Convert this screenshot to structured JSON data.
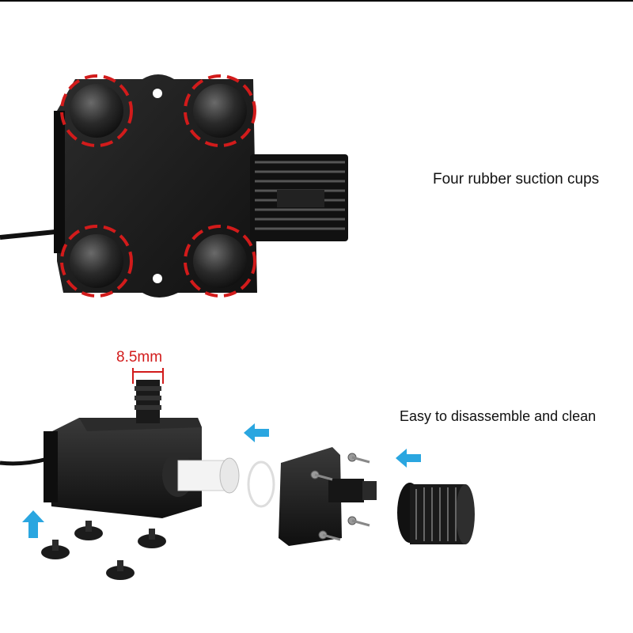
{
  "labels": {
    "suction_cups": "Four rubber suction cups",
    "disassemble": "Easy to disassemble and clean",
    "outlet_dimension": "8.5mm"
  },
  "colors": {
    "highlight_dashes": "#d21b1b",
    "arrows": "#2aa6e0",
    "pump_body": "#1b1b1b"
  }
}
